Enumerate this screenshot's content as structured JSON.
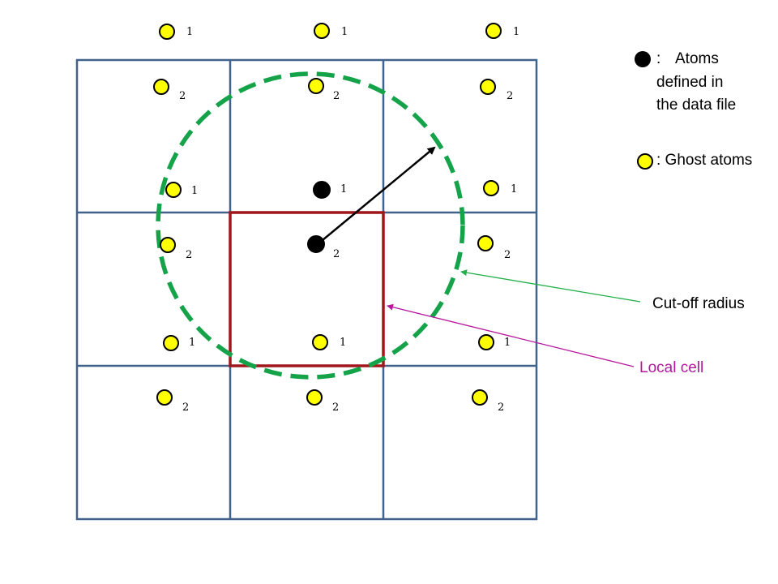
{
  "legend": {
    "atoms_marker": ":",
    "atoms_lines": [
      "Atoms",
      "defined in",
      "the data file"
    ],
    "ghost": ": Ghost atoms"
  },
  "annotations": {
    "cutoff": "Cut-off radius",
    "local_cell": "Local cell"
  },
  "atom_labels": {
    "top_row": [
      "1",
      "1",
      "1"
    ],
    "row1": [
      "2",
      "2",
      "2"
    ],
    "row2": [
      "1",
      "1",
      "1"
    ],
    "row3": [
      "2",
      "2",
      "2"
    ],
    "row4": [
      "1",
      "1",
      "1"
    ],
    "row5": [
      "2",
      "2",
      "2"
    ]
  },
  "colors": {
    "grid": "#41628a",
    "local_cell": "#a0161a",
    "cutoff_circle": "#15a34a",
    "ghost_atom": "#ffff00",
    "real_atom": "#000000",
    "cutoff_pointer": "#22b04a",
    "local_pointer": "#b5179e"
  }
}
